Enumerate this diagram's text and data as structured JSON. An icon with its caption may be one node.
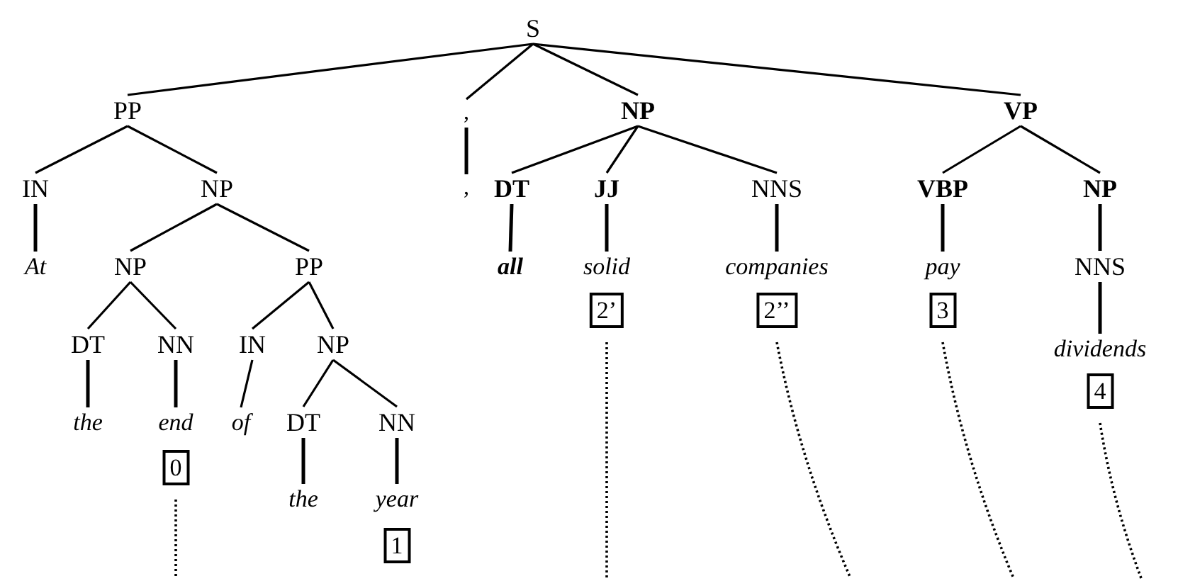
{
  "diagram": {
    "nodes": [
      {
        "text": [
          "S"
        ]
      },
      {
        "text": [
          "PP"
        ]
      },
      {
        "text": [
          ","
        ]
      },
      {
        "text": [
          "NP"
        ]
      },
      {
        "text": [
          "VP"
        ]
      },
      {
        "text": [
          "IN"
        ]
      },
      {
        "text": [
          "NP"
        ]
      },
      {
        "text": [
          ","
        ]
      },
      {
        "text": [
          "DT"
        ]
      },
      {
        "text": [
          "JJ"
        ]
      },
      {
        "text": [
          "NNS"
        ]
      },
      {
        "text": [
          "VBP"
        ]
      },
      {
        "text": [
          "NP"
        ]
      },
      {
        "text": [
          "At"
        ]
      },
      {
        "text": [
          "NP"
        ]
      },
      {
        "text": [
          "PP"
        ]
      },
      {
        "text": [
          "all"
        ]
      },
      {
        "text": [
          "solid"
        ]
      },
      {
        "text": [
          "companies"
        ]
      },
      {
        "text": [
          "pay"
        ]
      },
      {
        "text": [
          "NNS"
        ]
      },
      {
        "text": [
          "2’"
        ]
      },
      {
        "text": [
          "2’’"
        ]
      },
      {
        "text": [
          "3"
        ]
      },
      {
        "text": [
          "DT"
        ]
      },
      {
        "text": [
          "NN"
        ]
      },
      {
        "text": [
          "IN"
        ]
      },
      {
        "text": [
          "NP"
        ]
      },
      {
        "text": [
          "dividends"
        ]
      },
      {
        "text": [
          "the"
        ]
      },
      {
        "text": [
          "end"
        ]
      },
      {
        "text": [
          "of"
        ]
      },
      {
        "text": [
          "DT"
        ]
      },
      {
        "text": [
          "NN"
        ]
      },
      {
        "text": [
          "4"
        ]
      },
      {
        "text": [
          "0"
        ]
      },
      {
        "text": [
          "the"
        ]
      },
      {
        "text": [
          "year"
        ]
      },
      {
        "text": [
          "1"
        ]
      }
    ],
    "edges": [
      {
        "from": 0,
        "to": 1,
        "arrow": "none"
      },
      {
        "from": 0,
        "to": 2,
        "arrow": "none"
      },
      {
        "from": 0,
        "to": 3,
        "arrow": "none"
      },
      {
        "from": 0,
        "to": 4,
        "arrow": "none"
      },
      {
        "from": 1,
        "to": 5,
        "arrow": "none"
      },
      {
        "from": 1,
        "to": 6,
        "arrow": "none"
      },
      {
        "from": 2,
        "to": 7,
        "arrow": "none"
      },
      {
        "from": 3,
        "to": 8,
        "arrow": "none"
      },
      {
        "from": 3,
        "to": 9,
        "arrow": "none"
      },
      {
        "from": 3,
        "to": 10,
        "arrow": "none"
      },
      {
        "from": 4,
        "to": 11,
        "arrow": "none"
      },
      {
        "from": 4,
        "to": 12,
        "arrow": "none"
      },
      {
        "from": 5,
        "to": 13,
        "arrow": "none"
      },
      {
        "from": 6,
        "to": 14,
        "arrow": "none"
      },
      {
        "from": 6,
        "to": 15,
        "arrow": "none"
      },
      {
        "from": 8,
        "to": 16,
        "arrow": "none"
      },
      {
        "from": 9,
        "to": 17,
        "arrow": "none"
      },
      {
        "from": 10,
        "to": 18,
        "arrow": "none"
      },
      {
        "from": 11,
        "to": 19,
        "arrow": "none"
      },
      {
        "from": 12,
        "to": 20,
        "arrow": "none"
      },
      {
        "from": 14,
        "to": 24,
        "arrow": "none"
      },
      {
        "from": 14,
        "to": 25,
        "arrow": "none"
      },
      {
        "from": 15,
        "to": 26,
        "arrow": "none"
      },
      {
        "from": 15,
        "to": 27,
        "arrow": "none"
      },
      {
        "from": 20,
        "to": 28,
        "arrow": "none"
      },
      {
        "from": 24,
        "to": 29,
        "arrow": "none"
      },
      {
        "from": 25,
        "to": 30,
        "arrow": "none"
      },
      {
        "from": 26,
        "to": 31,
        "arrow": "none"
      },
      {
        "from": 27,
        "to": 32,
        "arrow": "none"
      },
      {
        "from": 27,
        "to": 33,
        "arrow": "none"
      },
      {
        "from": 32,
        "to": 36,
        "arrow": "none"
      },
      {
        "from": 33,
        "to": 37,
        "arrow": "none"
      },
      {
        "from": 35,
        "to": null,
        "arrow": "none",
        "style": "dashed"
      },
      {
        "from": 21,
        "to": null,
        "arrow": "none",
        "style": "dashed"
      },
      {
        "from": 22,
        "to": null,
        "arrow": "none",
        "style": "dashed"
      },
      {
        "from": 23,
        "to": null,
        "arrow": "none",
        "style": "dashed"
      },
      {
        "from": 34,
        "to": null,
        "arrow": "none",
        "style": "dashed"
      }
    ]
  }
}
